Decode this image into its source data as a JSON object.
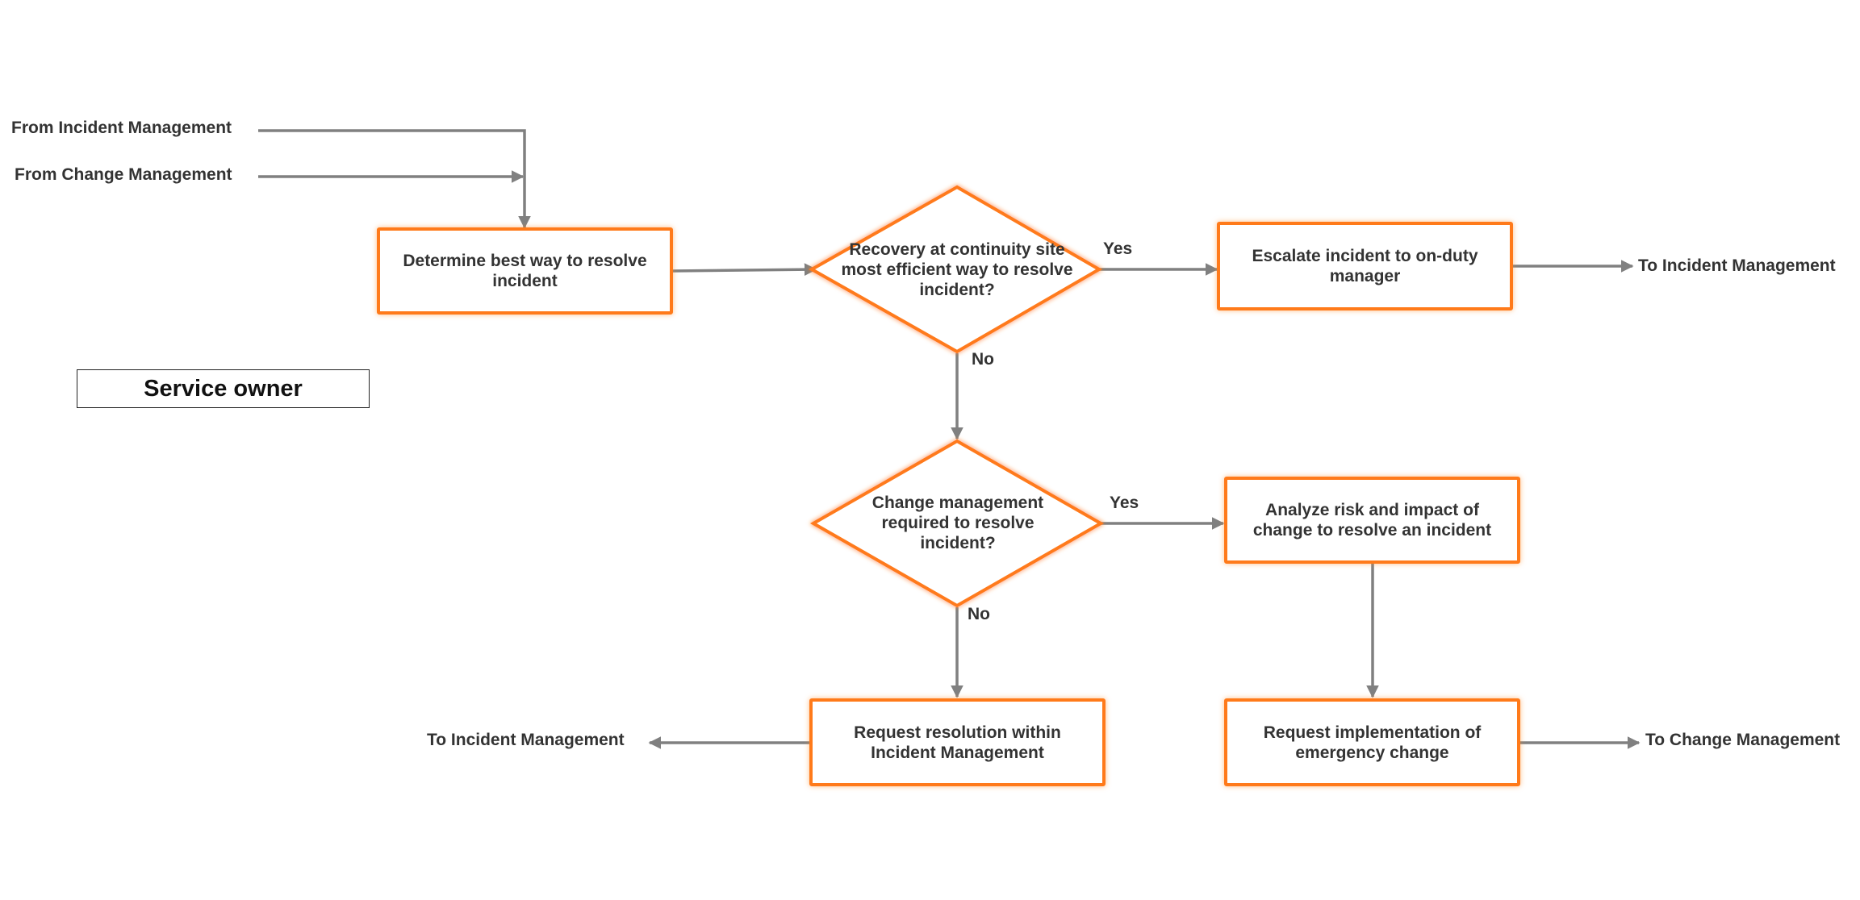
{
  "lane": {
    "role": "Service owner"
  },
  "inputs": {
    "from_incident": "From Incident Management",
    "from_change": "From Change Management"
  },
  "nodes": {
    "determine": "Determine best way to resolve incident",
    "recovery_decision": "Recovery at continuity site most efficient way to resolve incident?",
    "escalate": "Escalate incident to on-duty manager",
    "change_decision": "Change management required to resolve incident?",
    "analyze": "Analyze risk and impact of change to resolve an incident",
    "request_resolution": "Request resolution within Incident Management",
    "request_implementation": "Request implementation of emergency change"
  },
  "edge_labels": {
    "recovery_yes": "Yes",
    "recovery_no": "No",
    "change_yes": "Yes",
    "change_no": "No"
  },
  "outputs": {
    "to_incident_top": "To Incident Management",
    "to_incident_bottom": "To Incident Management",
    "to_change": "To Change Management"
  },
  "colors": {
    "node_border": "#ff7a1a",
    "connector": "#808080",
    "text": "#333333"
  }
}
